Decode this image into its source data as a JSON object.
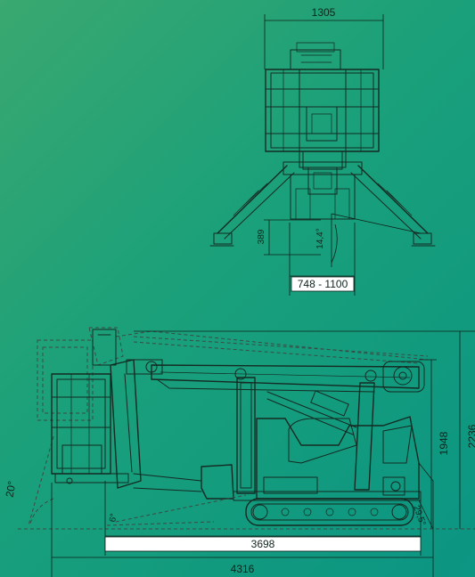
{
  "front_view": {
    "width_label": "1305",
    "height_label": "389",
    "angle_label": "14,4°",
    "footprint_label": "748 - 1100"
  },
  "side_view": {
    "angle_boom_label": "20°",
    "angle_ground_label": "6°",
    "angle_rear_label": "29,5°",
    "stowed_height_label": "1948",
    "total_height_label": "2236",
    "track_length_label": "3698",
    "overall_length_label": "4316"
  }
}
